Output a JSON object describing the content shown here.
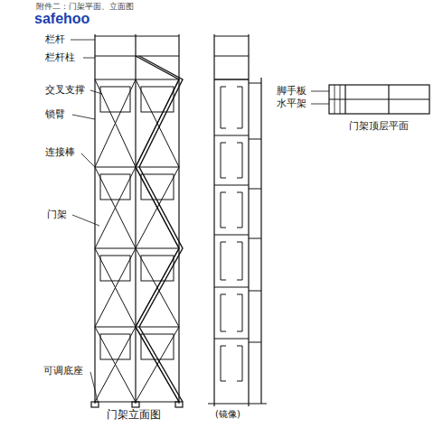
{
  "diagram": {
    "title": "附件二：门架平面、立面图",
    "caption": "门架立面图",
    "labels": [
      "safehoo",
      "栏杆",
      "栏杆柱",
      "交叉支撑",
      "锁臂",
      "连接棒",
      "门架",
      "可调底座",
      "(镜像)",
      "脚手板",
      "水平架",
      "门架顶层平面"
    ]
  }
}
